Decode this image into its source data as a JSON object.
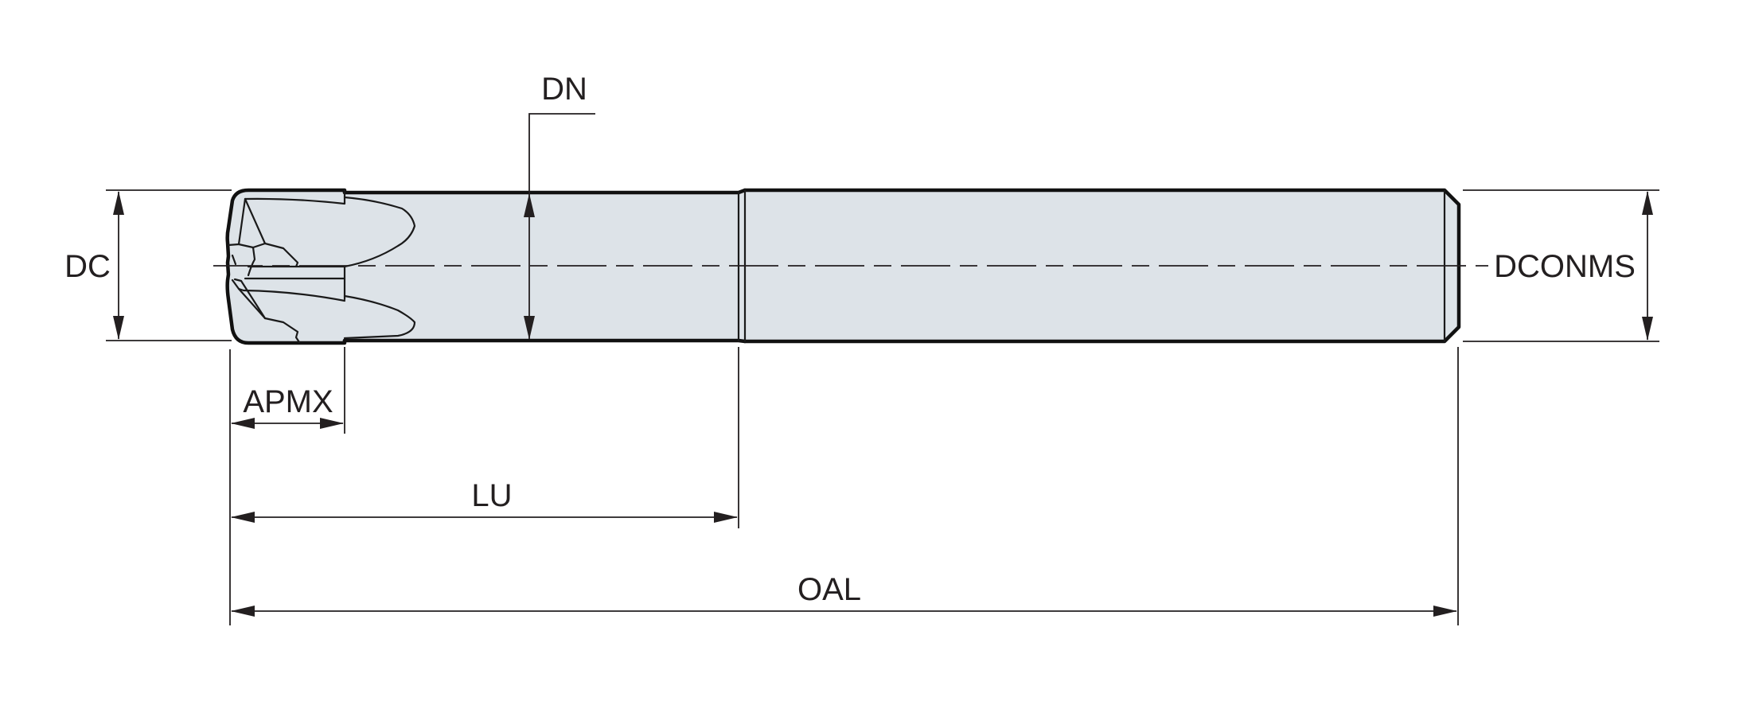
{
  "diagram": {
    "colors": {
      "body_fill": "#dde3e8",
      "line": "#231f20"
    },
    "labels": {
      "dn": "DN",
      "dc": "DC",
      "dconms": "DCONMS",
      "apmx": "APMX",
      "lu": "LU",
      "oal": "OAL"
    }
  }
}
